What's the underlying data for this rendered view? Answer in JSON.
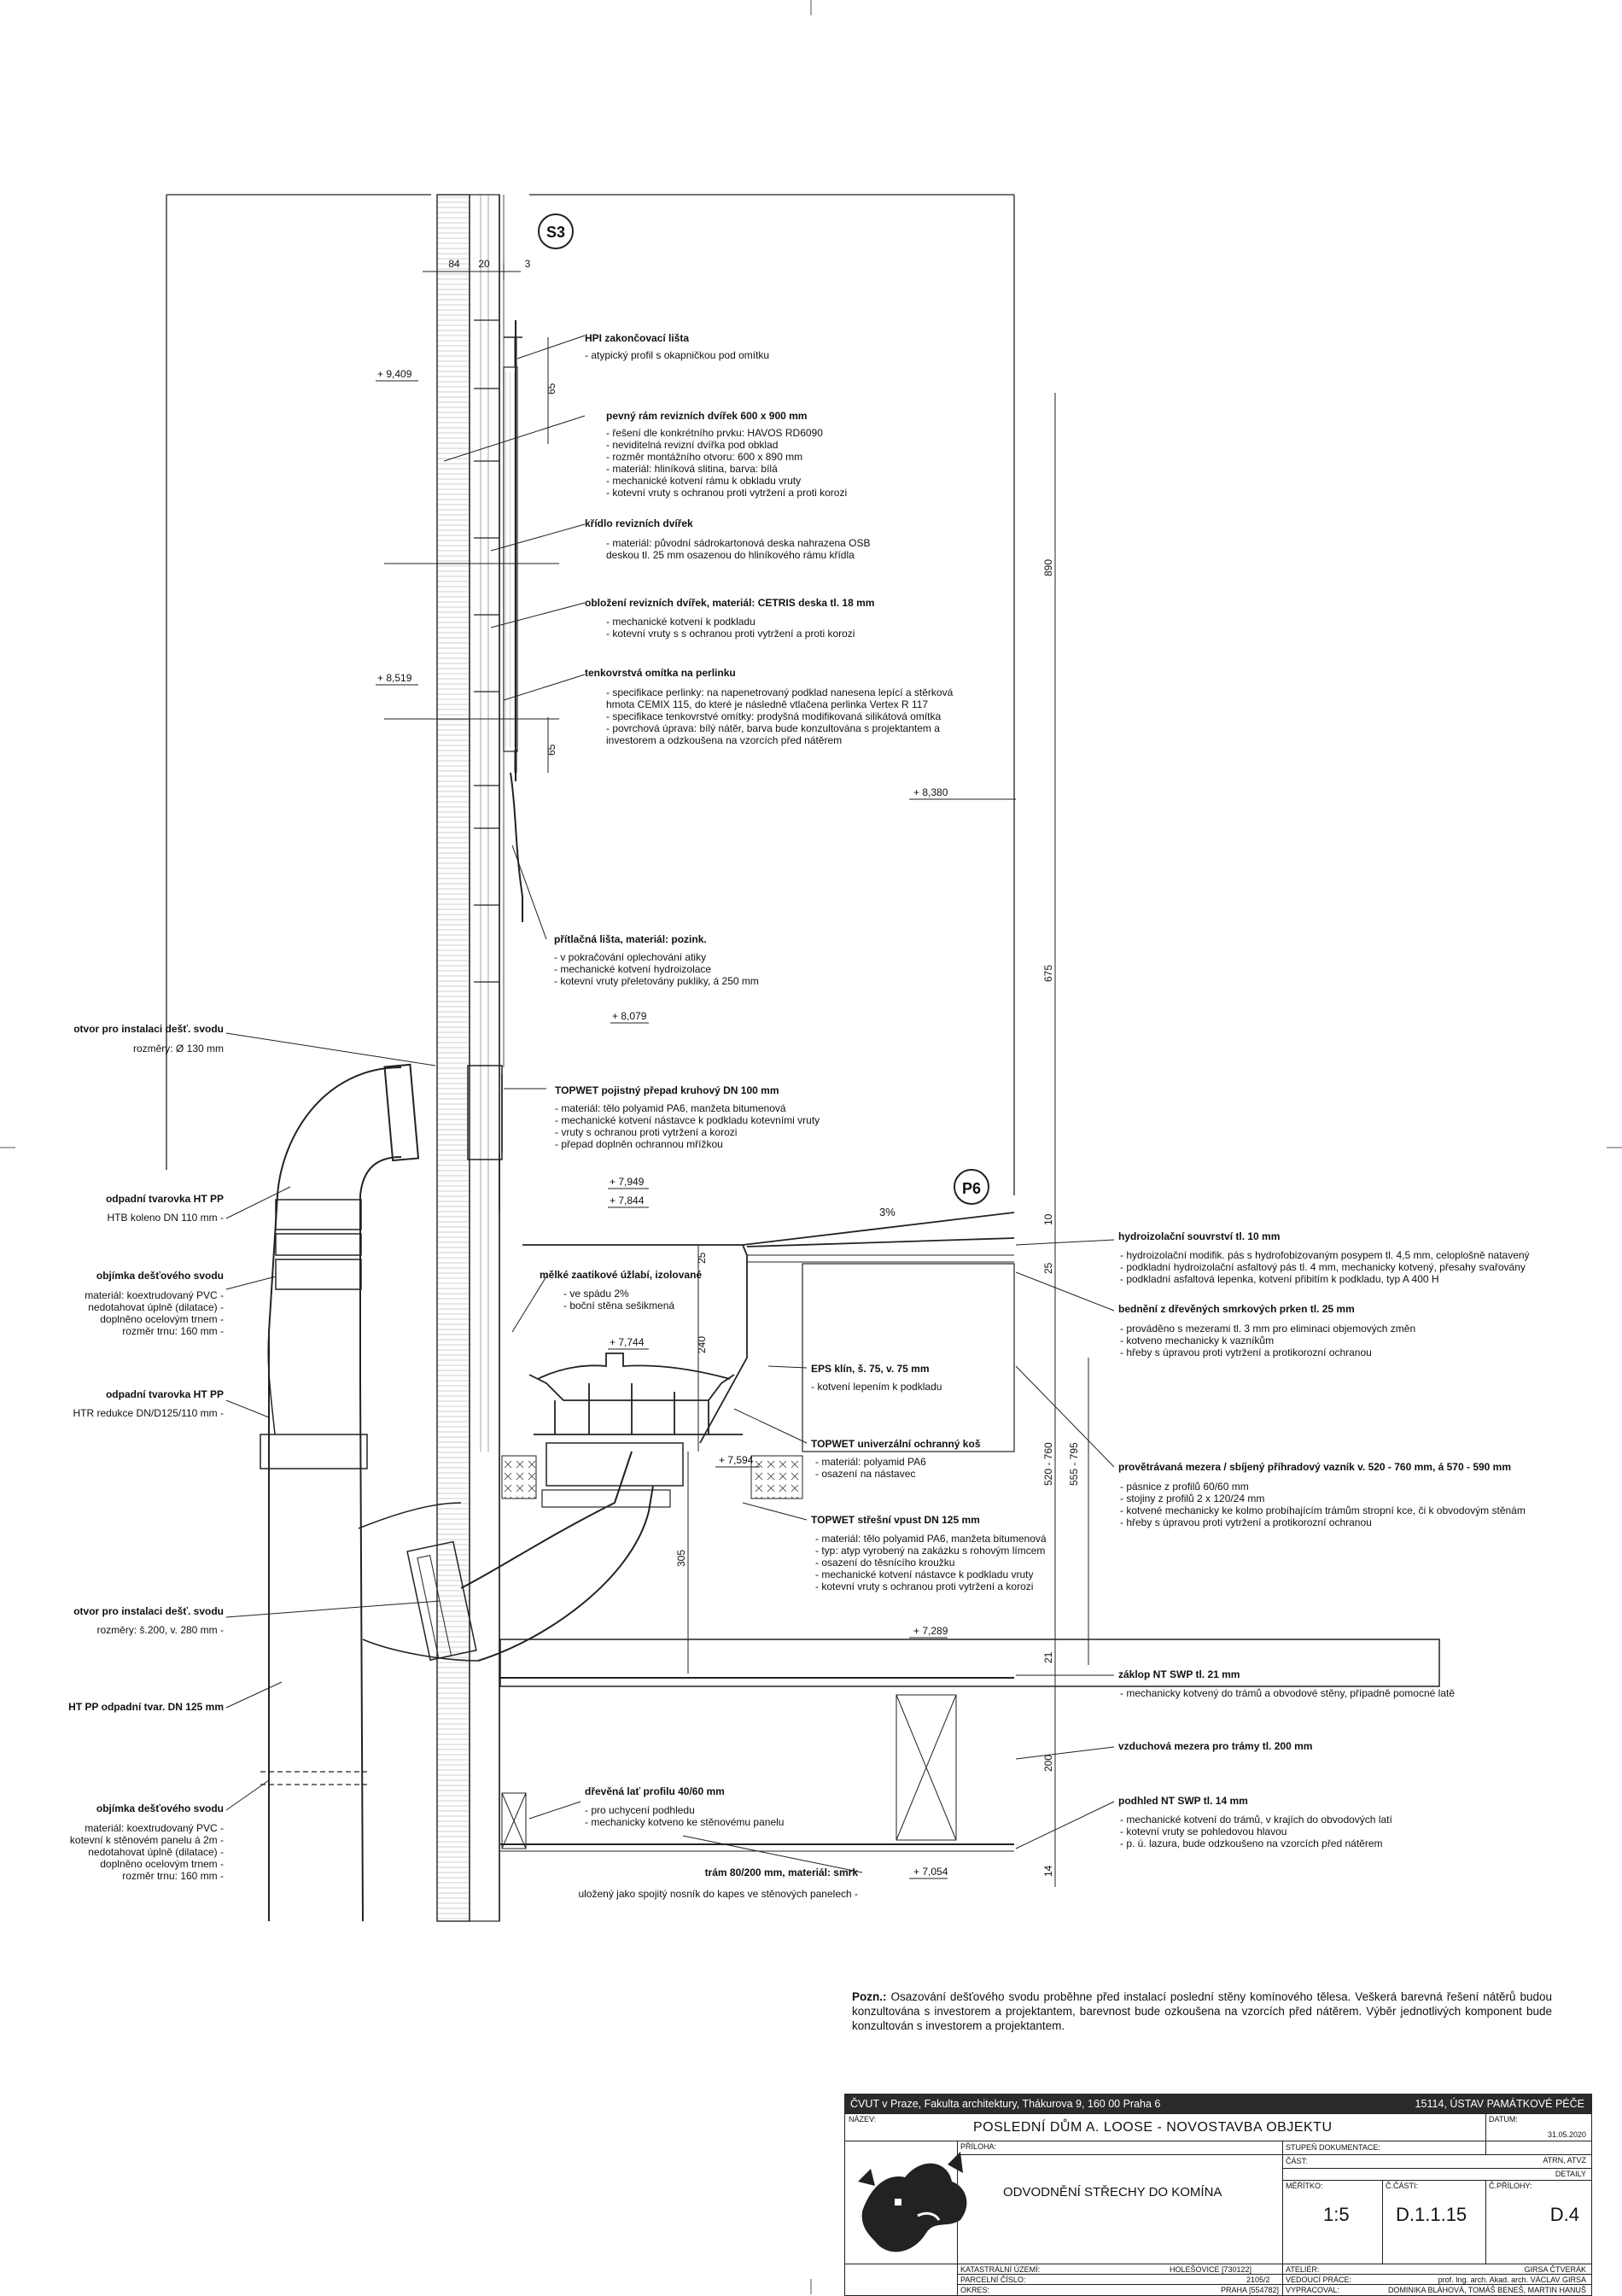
{
  "markers": {
    "s3": "S3",
    "p6": "P6"
  },
  "dimensions": {
    "top": [
      "84",
      "20",
      "3"
    ],
    "vertical_left": [
      "65",
      "65",
      "25",
      "240",
      "305"
    ],
    "vertical_right": [
      "890",
      "675",
      "10",
      "25",
      "520 - 760",
      "555 - 795",
      "21",
      "200",
      "14"
    ],
    "slope": "3%"
  },
  "levels": [
    "+ 9,409",
    "+ 8,519",
    "+ 8,380",
    "+ 8,079",
    "+ 7,949",
    "+ 7,844",
    "+ 7,744",
    "+ 7,594",
    "+ 7,289",
    "+ 7,054"
  ],
  "center_callouts": [
    {
      "title": "HPI zakončovací lišta",
      "lines": [
        "- atypický profil s okapničkou pod omítku"
      ]
    },
    {
      "title": "pevný rám revizních dvířek 600 x 900 mm",
      "lines": [
        "- řešení dle konkrétního prvku: HAVOS RD6090",
        "- neviditelná revizní dvířka pod obklad",
        "- rozměr montážního otvoru: 600 x 890 mm",
        "- materiál: hliníková slitina, barva: bílá",
        "- mechanické kotvení rámu k obkladu vruty",
        "- kotevní vruty s ochranou proti vytržení a proti korozi"
      ]
    },
    {
      "title": "křídlo revizních dvířek",
      "lines": [
        "- materiál: původní sádrokartonová deska nahrazena OSB",
        "deskou tl. 25 mm osazenou do hliníkového rámu křídla"
      ]
    },
    {
      "title": "obložení revizních dvířek, materiál: CETRIS deska tl. 18 mm",
      "lines": [
        "- mechanické kotvení k podkladu",
        "- kotevní vruty s s ochranou proti vytržení a proti korozi"
      ]
    },
    {
      "title": "tenkovrstvá omítka na perlinku",
      "lines": [
        "- specifikace perlinky: na napenetrovaný podklad nanesena lepící a stěrková",
        "hmota CEMIX 115, do  které je následně vtlačena perlinka Vertex R 117",
        "- specifikace tenkovrstvé omítky: prodyšná modifikovaná silikátová omítka",
        "- povrchová úprava: bílý nátěr, barva bude konzultována s projektantem a",
        "investorem a odzkoušena na vzorcích před nátěrem"
      ]
    },
    {
      "title": "přítlačná lišta, materiál: pozink.",
      "lines": [
        "- v pokračování oplechování atiky",
        "- mechanické kotvení hydroizolace",
        "- kotevní vruty přeletovány pukliky, á 250 mm"
      ]
    },
    {
      "title": "TOPWET pojistný přepad kruhový DN 100 mm",
      "lines": [
        "- materiál: tělo polyamid PA6, manžeta bitumenová",
        "- mechanické kotvení nástavce k podkladu kotevními vruty",
        "- vruty s ochranou proti vytržení a korozi",
        "- přepad doplněn ochrannou mřížkou"
      ]
    },
    {
      "title": "mělké zaatikové úžlabí, izolované",
      "lines": [
        "- ve spádu 2%",
        "- boční stěna sešikmená"
      ]
    },
    {
      "title": "EPS klín, š. 75, v. 75 mm",
      "lines": [
        "- kotvení lepením k podkladu"
      ]
    },
    {
      "title": "TOPWET univerzální ochranný koš",
      "lines": [
        "- materiál: polyamid PA6",
        "- osazení na nástavec"
      ]
    },
    {
      "title": "TOPWET střešní vpust DN 125 mm",
      "lines": [
        "- materiál: tělo polyamid PA6, manžeta bitumenová",
        "- typ: atyp vyrobený na zakázku s rohovým límcem",
        "- osazení do těsnícího kroužku",
        "- mechanické kotvení nástavce k podkladu vruty",
        "- kotevní vruty s ochranou proti vytržení a korozi"
      ]
    },
    {
      "title": "dřevěná lať profilu 40/60 mm",
      "lines": [
        "- pro uchycení podhledu",
        "- mechanicky kotveno ke stěnovému panelu"
      ]
    },
    {
      "title": "trám 80/200 mm, materiál: smrk",
      "lines": [
        "uložený jako spojitý nosník do kapes ve stěnových panelech -"
      ]
    }
  ],
  "left_callouts": [
    {
      "title": "otvor pro instalaci dešť. svodu",
      "lines": [
        "rozměry: Ø 130 mm"
      ]
    },
    {
      "title": "odpadní tvarovka HT PP",
      "lines": [
        "HTB koleno DN 110 mm -"
      ]
    },
    {
      "title": "objímka dešťového svodu",
      "lines": [
        "materiál: koextrudovaný PVC -",
        "nedotahovat úplně (dilatace) -",
        "doplněno ocelovým trnem -",
        "rozměr trnu: 160 mm -"
      ]
    },
    {
      "title": "odpadní tvarovka HT PP",
      "lines": [
        "HTR redukce DN/D125/110 mm -"
      ]
    },
    {
      "title": "otvor pro instalaci dešť. svodu",
      "lines": [
        "rozměry: š.200, v. 280 mm -"
      ]
    },
    {
      "title": "HT PP odpadní tvar. DN 125 mm",
      "lines": []
    },
    {
      "title": "objímka dešťového svodu",
      "lines": [
        "materiál: koextrudovaný PVC -",
        "kotevní k stěnovém panelu á 2m -",
        "nedotahovat úplně (dilatace) -",
        "doplněno ocelovým trnem -",
        "rozměr trnu: 160 mm -"
      ]
    }
  ],
  "right_callouts": [
    {
      "title": "hydroizolační souvrství tl. 10 mm",
      "lines": [
        "- hydroizolační modifik. pás s hydrofobizovaným posypem tl. 4,5 mm, celoplošně natavený",
        "- podkladní hydroizolační asfaltový pás tl. 4 mm, mechanicky kotvený, přesahy svařovány",
        "- podkladní  asfaltová lepenka,  kotvení přibitím k podkladu, typ A 400 H"
      ]
    },
    {
      "title": "bednění z dřevěných smrkových prken tl. 25 mm",
      "lines": [
        "- prováděno s mezerami tl. 3 mm pro eliminaci objemových změn",
        "- kotveno mechanicky k vazníkům",
        "- hřeby s úpravou proti vytržení a protikorozní ochranou"
      ]
    },
    {
      "title": "provětrávaná mezera / sbíjený příhradový vazník v. 520 - 760 mm, á 570 - 590 mm",
      "lines": [
        "- pásnice z profilů 60/60 mm",
        "- stojiny z profilů 2 x 120/24 mm",
        "- kotvené mechanicky ke kolmo probíhajícím trámům stropní kce, či k obvodovým stěnám",
        "- hřeby s úpravou proti vytržení a protikorozní ochranou"
      ]
    },
    {
      "title": "záklop NT SWP tl. 21 mm",
      "lines": [
        "- mechanicky kotvený do trámů a obvodové stěny, případně pomocné latě"
      ]
    },
    {
      "title": "vzduchová mezera pro trámy tl. 200 mm",
      "lines": []
    },
    {
      "title": "podhled NT SWP tl. 14 mm",
      "lines": [
        "- mechanické kotvení do trámů, v krajích do obvodových latí",
        "- kotevní vruty se pohledovou hlavou",
        "- p. ú. lazura, bude odzkoušeno na vzorcích před nátěrem"
      ]
    }
  ],
  "note": {
    "label": "Pozn.:",
    "text": " Osazování dešťového svodu proběhne před instalací poslední stěny komínového tělesa. Veškerá barevná řešení nátěrů budou konzultována s investorem a projektantem, barevnost bude ozkoušena na vzorcích před nátěrem. Výběr jednotlivých komponent bude konzultován s investorem a projektantem."
  },
  "title_block": {
    "school": "ČVUT v Praze, Fakulta architektury, Thákurova 9, 160 00 Praha 6",
    "institute": "15114, ÚSTAV PAMÁTKOVÉ PÉČE",
    "name_label": "NÁZEV:",
    "project": "POSLEDNÍ DŮM A. LOOSE - NOVOSTAVBA OBJEKTU",
    "date_label": "DATUM:",
    "date": "31.05.2020",
    "annex_label": "PŘÍLOHA:",
    "annex": "ODVODNĚNÍ STŘECHY DO KOMÍNA",
    "stage_label": "STUPEŇ DOKUMENTACE:",
    "stage": "ATRN, ATVZ",
    "part_label": "ČÁST:",
    "part": "DETAILY",
    "scale_label": "MĚŘÍTKO:",
    "scale": "1:5",
    "partno_label": "Č.ČÁSTI:",
    "partno": "D.1.1.15",
    "annexno_label": "Č.PŘÍLOHY:",
    "annexno": "D.4",
    "cadastre_label": "KATASTRÁLNÍ ÚZEMÍ:",
    "cadastre": "HOLEŠOVICE [730122]",
    "atelier_label": "ATELIÉR:",
    "atelier": "GIRSA ČTVERÁK",
    "parcel_label": "PARCELNÍ ČÍSLO:",
    "parcel": "2105/2",
    "leader_label": "VEDOUCÍ PRÁCE:",
    "leader": "prof. Ing. arch. Akad. arch. VÁCLAV GIRSA",
    "district_label": "OKRES:",
    "district": "PRAHA [554782]",
    "authors_label": "VYPRACOVAL:",
    "authors": "DOMINIKA BLÁHOVÁ, TOMÁŠ BENEŠ, MARTIN HANUŠ"
  }
}
